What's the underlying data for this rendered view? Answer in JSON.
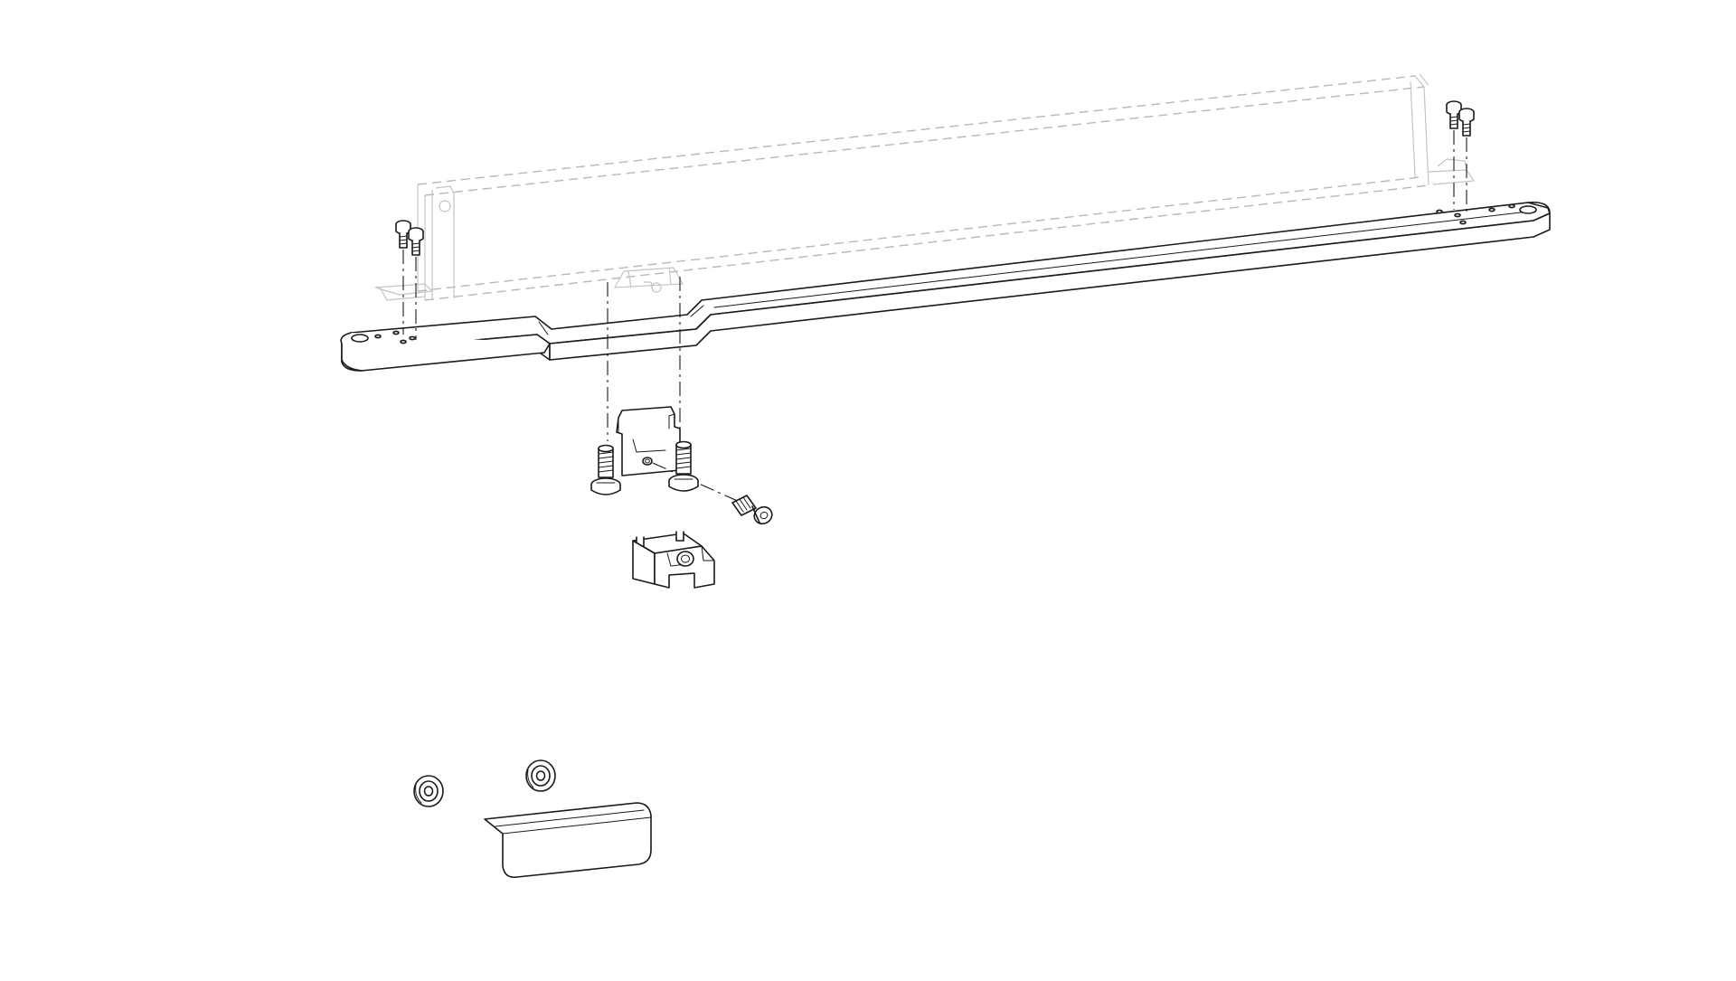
{
  "diagram": {
    "kind": "exploded-assembly-drawing",
    "palette": {
      "background": "#ffffff",
      "line": "#1a1a1a",
      "ghost_line": "#b8b8b8"
    },
    "parts": [
      "ghost-housing",
      "mounting-rail",
      "screw-pair-left",
      "screw-pair-right",
      "center-bracket",
      "bracket-screw-left",
      "bracket-screw-right",
      "set-screw",
      "clip-block",
      "washer-left",
      "washer-right",
      "end-cap-cover"
    ]
  }
}
